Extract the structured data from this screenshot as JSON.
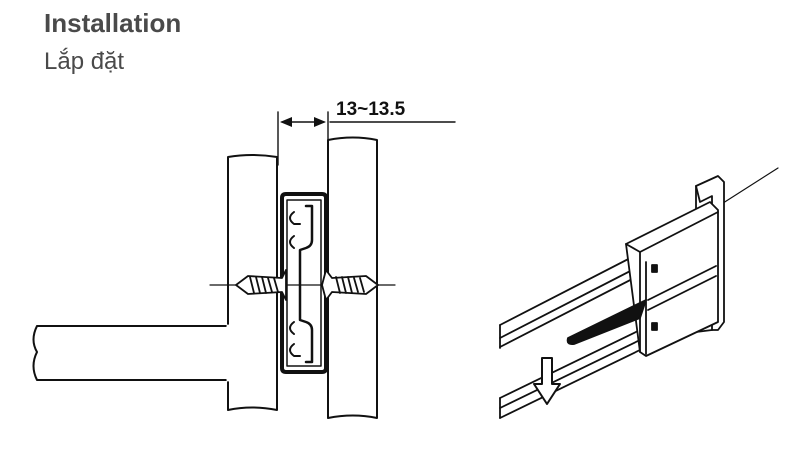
{
  "header": {
    "title": "Installation",
    "subtitle": "Lắp đặt"
  },
  "figure_left": {
    "dimension_label": "13~13.5"
  },
  "colors": {
    "heading": "#4a4a4a",
    "line": "#111111"
  }
}
